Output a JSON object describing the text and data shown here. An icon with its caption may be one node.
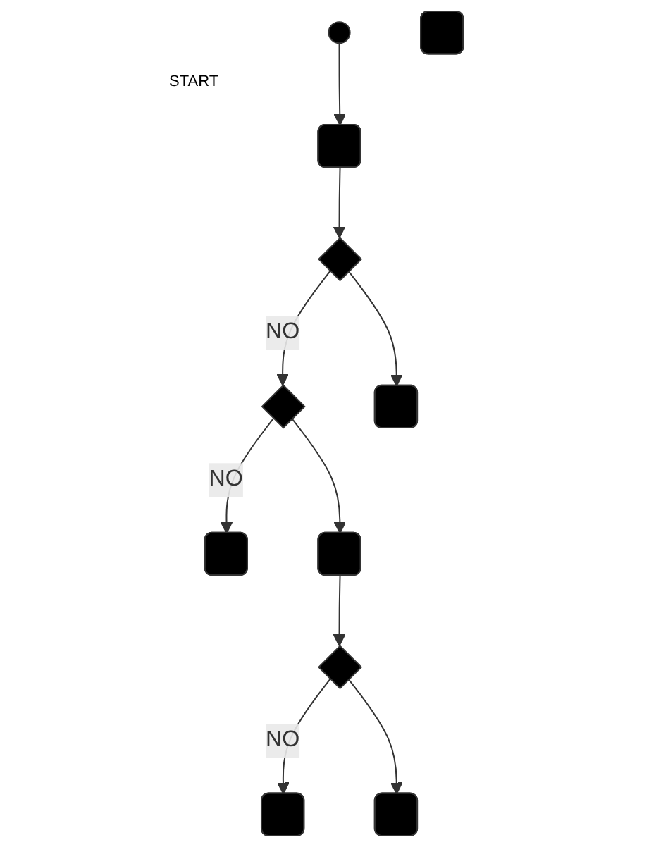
{
  "diagram": {
    "nodes": [
      {
        "text": [],
        "shape": "circle"
      },
      {
        "text": [],
        "shape": "box"
      },
      {
        "text": [],
        "shape": "box"
      },
      {
        "text": [],
        "shape": "diamond"
      },
      {
        "text": [],
        "shape": "diamond"
      },
      {
        "text": [],
        "shape": "box"
      },
      {
        "text": [],
        "shape": "box"
      },
      {
        "text": [],
        "shape": "box"
      },
      {
        "text": [],
        "shape": "diamond"
      },
      {
        "text": [],
        "shape": "box"
      },
      {
        "text": [],
        "shape": "box"
      }
    ],
    "edges": [
      {
        "from": 0,
        "to": 2,
        "arrow": "to"
      },
      {
        "from": 2,
        "to": 3,
        "arrow": "to"
      },
      {
        "from": 3,
        "to": 4,
        "arrow": "to",
        "label": "NO"
      },
      {
        "from": 4,
        "to": 5,
        "arrow": "to",
        "label": "NO"
      },
      {
        "from": 3,
        "to": 6,
        "arrow": "to"
      },
      {
        "from": 4,
        "to": 7,
        "arrow": "to"
      },
      {
        "from": 7,
        "to": 8,
        "arrow": "to"
      },
      {
        "from": 8,
        "to": 9,
        "arrow": "to",
        "label": "NO"
      },
      {
        "from": 8,
        "to": 10,
        "arrow": "to"
      }
    ],
    "labels": [
      "START"
    ]
  }
}
